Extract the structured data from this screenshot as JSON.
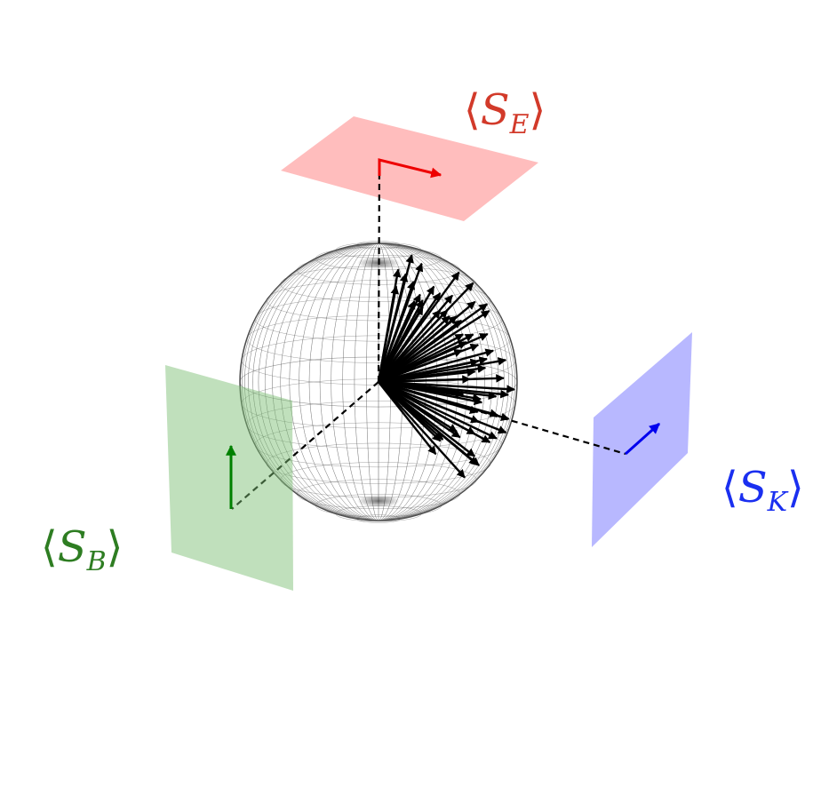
{
  "diagram": {
    "sphere": {
      "name": "",
      "stroke": "#555555"
    },
    "panels": [
      {
        "id": "E",
        "symbol": "S",
        "subscript": "E",
        "bracket_open": "⟨",
        "bracket_close": "⟩",
        "color": "#d23a2a",
        "fill": "#ffb3b3",
        "arrow": "#ee0000"
      },
      {
        "id": "K",
        "symbol": "S",
        "subscript": "K",
        "bracket_open": "⟨",
        "bracket_close": "⟩",
        "color": "#1a2ff0",
        "fill": "#b3b3ff",
        "arrow": "#0000ee"
      },
      {
        "id": "B",
        "symbol": "S",
        "subscript": "B",
        "bracket_open": "⟨",
        "bracket_close": "⟩",
        "color": "#2e7d22",
        "fill": "#a9d6a4",
        "arrow": "#008000"
      }
    ],
    "vector_color": "#000000",
    "vector_count": 60
  }
}
